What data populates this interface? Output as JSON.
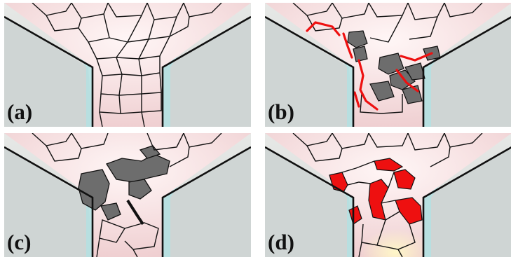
{
  "panels": [
    {
      "id": "a",
      "label": "(a)"
    },
    {
      "id": "b",
      "label": "(b)"
    },
    {
      "id": "c",
      "label": "(c)"
    },
    {
      "id": "d",
      "label": "(d)"
    }
  ],
  "colors": {
    "background": "#dfe2e0",
    "grain_fill": "#f6dede",
    "grain_highlight": "#fff4f4",
    "cyan_glow": "#a9e6e8",
    "grain_boundary": "#111111",
    "grey_grain": "#6d6d6d",
    "red_crack": "#ee1010"
  }
}
